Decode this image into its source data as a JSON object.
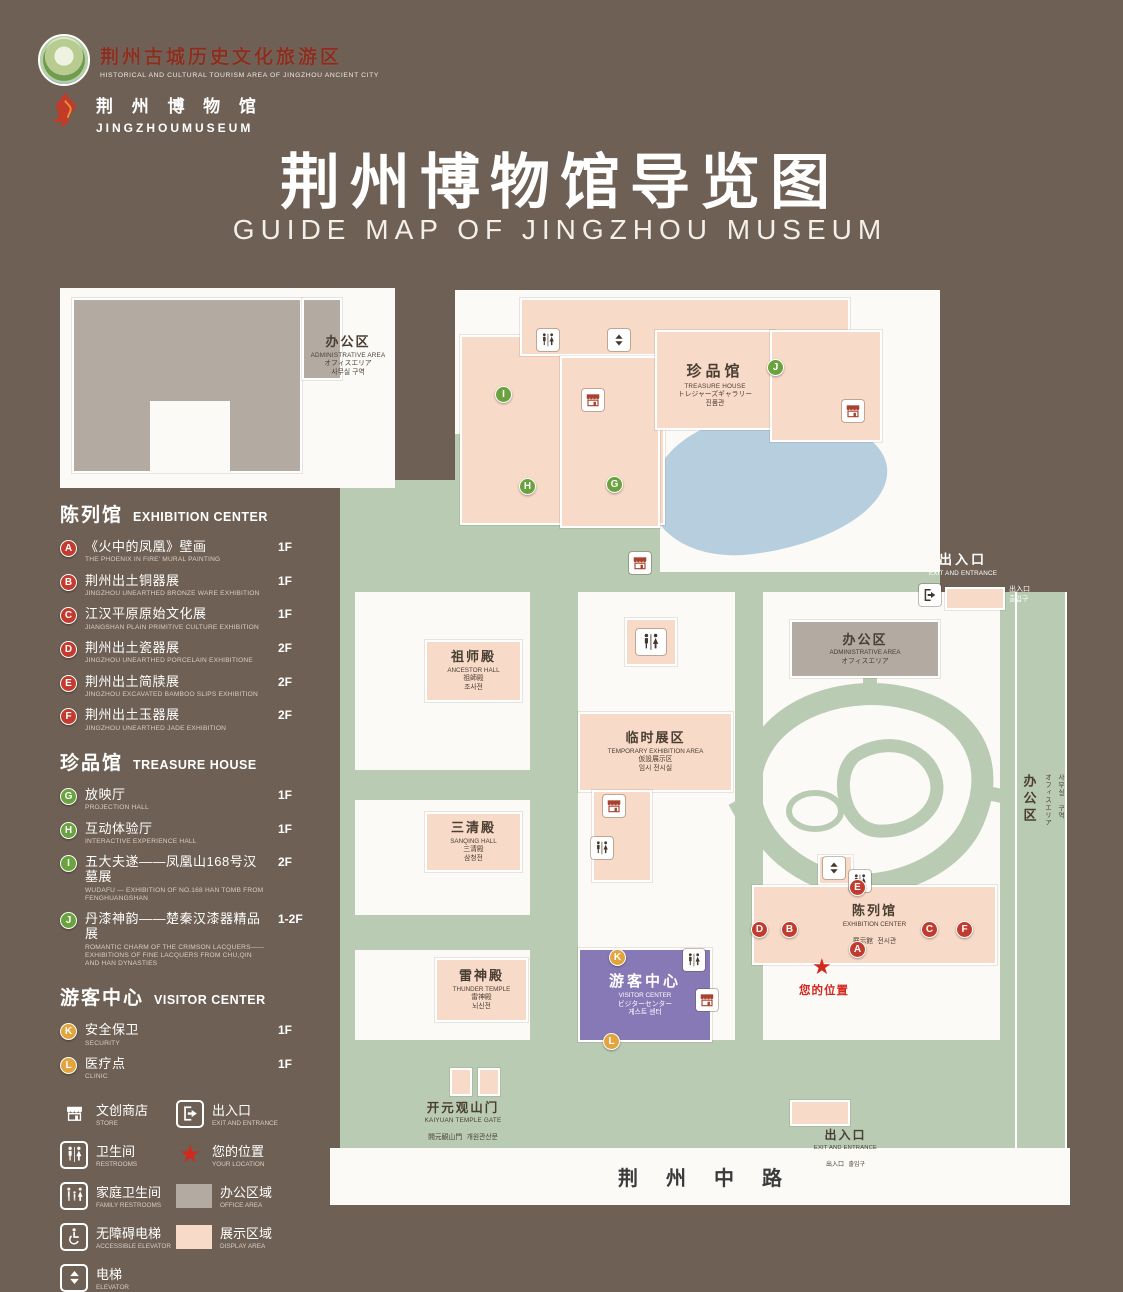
{
  "header": {
    "tourism_logo_cn": "荆州古城历史文化旅游区",
    "tourism_logo_en": "HISTORICAL AND CULTURAL TOURISM AREA OF JINGZHOU ANCIENT CITY",
    "museum_logo_cn": "荆 州 博 物 馆",
    "museum_logo_en": "JINGZHOUMUSEUM",
    "title": "荆州博物馆导览图",
    "subtitle": "GUIDE MAP OF JINGZHOU MUSEUM"
  },
  "legend": {
    "sections": [
      {
        "cn": "陈列馆",
        "en": "EXHIBITION CENTER",
        "items": [
          {
            "letter": "A",
            "cn": "《火中的凤凰》壁画",
            "en": "THE PHOENIX IN FIRE' MURAL PAINTING",
            "floor": "1F"
          },
          {
            "letter": "B",
            "cn": "荆州出土铜器展",
            "en": "JINGZHOU UNEARTHED BRONZE WARE EXHIBITION",
            "floor": "1F"
          },
          {
            "letter": "C",
            "cn": "江汉平原原始文化展",
            "en": "JIANGSHAN PLAIN PRIMITIVE CULTURE EXHIBITION",
            "floor": "1F"
          },
          {
            "letter": "D",
            "cn": "荆州出土瓷器展",
            "en": "JINGZHOU UNEARTHED PORCELAIN EXHIBITIONE",
            "floor": "2F"
          },
          {
            "letter": "E",
            "cn": "荆州出土简牍展",
            "en": "JINGZHOU EXCAVATED BAMBOO SLIPS EXHIBITION",
            "floor": "2F"
          },
          {
            "letter": "F",
            "cn": "荆州出土玉器展",
            "en": "JINGZHOU UNEARTHED JADE EXHIBITION",
            "floor": "2F"
          }
        ]
      },
      {
        "cn": "珍品馆",
        "en": "TREASURE HOUSE",
        "items": [
          {
            "letter": "G",
            "cn": "放映厅",
            "en": "PROJECTION HALL",
            "floor": "1F"
          },
          {
            "letter": "H",
            "cn": "互动体验厅",
            "en": "INTERACTIVE EXPERIENCE HALL",
            "floor": "1F"
          },
          {
            "letter": "I",
            "cn": "五大夫遂——凤凰山168号汉墓展",
            "en": "WUDAFU — EXHIBITION OF NO.168 HAN TOMB FROM FENGHUANGSHAN",
            "floor": "2F"
          },
          {
            "letter": "J",
            "cn": "丹漆神韵——楚秦汉漆器精品展",
            "en": "ROMANTIC CHARM OF THE CRIMSON LACQUERS——EXHIBITIONS OF FINE LACQUERS FROM CHU,QIN AND HAN DYNASTIES",
            "floor": "1-2F"
          }
        ]
      },
      {
        "cn": "游客中心",
        "en": "VISITOR CENTER",
        "items": [
          {
            "letter": "K",
            "cn": "安全保卫",
            "en": "SECURITY",
            "floor": "1F"
          },
          {
            "letter": "L",
            "cn": "医疗点",
            "en": "CLINIC",
            "floor": "1F"
          }
        ]
      }
    ],
    "symbols": {
      "store": {
        "cn": "文创商店",
        "en": "STORE"
      },
      "exit": {
        "cn": "出入口",
        "en": "EXIT AND ENTRANCE"
      },
      "restroom": {
        "cn": "卫生间",
        "en": "RESTROOMS"
      },
      "location": {
        "cn": "您的位置",
        "en": "YOUR LOCATION"
      },
      "family": {
        "cn": "家庭卫生间",
        "en": "FAMILY RESTROOMS"
      },
      "office": {
        "cn": "办公区域",
        "en": "OFFICE AREA"
      },
      "accessible": {
        "cn": "无障碍电梯",
        "en": "ACCESSIBLE ELEVATOR"
      },
      "display": {
        "cn": "展示区域",
        "en": "DISPLAY AREA"
      },
      "elevator": {
        "cn": "电梯",
        "en": "ELEVATOR"
      }
    }
  },
  "map": {
    "admin_nw": {
      "cn": "办公区",
      "en": "ADMINISTRATIVE AREA",
      "jp": "オフィスエリア",
      "kr": "사무실 구역"
    },
    "treasure": {
      "cn": "珍品馆",
      "en": "TREASURE HOUSE",
      "jp": "トレジャーズギャラリー",
      "kr": "진품관"
    },
    "exit_east": {
      "cn": "出入口",
      "en": "EXIT AND ENTRANCE",
      "jp": "出入口",
      "kr": "출입구"
    },
    "admin_east": {
      "cn": "办公区",
      "en": "ADMINISTRATIVE AREA",
      "jp": "オフィスエリア",
      "kr": "사무실 구역"
    },
    "admin_strip": {
      "cn": "办公区",
      "jp": "オフィスエリア",
      "kr": "사무실 구역"
    },
    "ancestor": {
      "cn": "祖师殿",
      "en": "ANCESTOR HALL",
      "jp": "祖師殿",
      "kr": "조사전"
    },
    "temp": {
      "cn": "临时展区",
      "en": "TEMPORARY EXHIBITION AREA",
      "jp": "仮設展示区",
      "kr": "임시 전시실"
    },
    "sanqing": {
      "cn": "三清殿",
      "en": "SANQING HALL",
      "jp": "三清殿",
      "kr": "삼청전"
    },
    "thunder": {
      "cn": "雷神殿",
      "en": "THUNDER TEMPLE",
      "jp": "雷神殿",
      "kr": "뇌신전"
    },
    "visitor": {
      "cn": "游客中心",
      "en": "VISITOR CENTER",
      "jp": "ビジターセンター",
      "kr": "게스트 센터"
    },
    "exhibition": {
      "cn": "陈列馆",
      "en": "EXHIBITION CENTER",
      "jp": "展示館",
      "kr": "전시관"
    },
    "your_location": "您的位置",
    "gate": {
      "cn": "开元观山门",
      "en": "KAIYUAN TEMPLE GATE",
      "jp": "開元観山門",
      "kr": "개원관산문"
    },
    "exit_south": {
      "cn": "出入口",
      "en": "EXIT AND ENTRANCE",
      "jp": "出入口",
      "kr": "출입구"
    },
    "road": "荆州中路",
    "markers": {
      "a": "A",
      "b": "B",
      "c": "C",
      "d": "D",
      "e": "E",
      "f": "F",
      "g": "G",
      "h": "H",
      "i": "I",
      "j": "J",
      "k": "K",
      "l": "L"
    }
  },
  "colors": {
    "background": "#6e6054",
    "path_green": "#b9cbb3",
    "display_pink": "#f7dac7",
    "office_gray": "#b3aaa2",
    "lake_blue": "#b7cede",
    "visitor_purple": "#8779b6",
    "marker_red": "#c23b2e",
    "marker_green": "#69a23f",
    "marker_yellow": "#e2a53e",
    "star_red": "#d3281e"
  }
}
